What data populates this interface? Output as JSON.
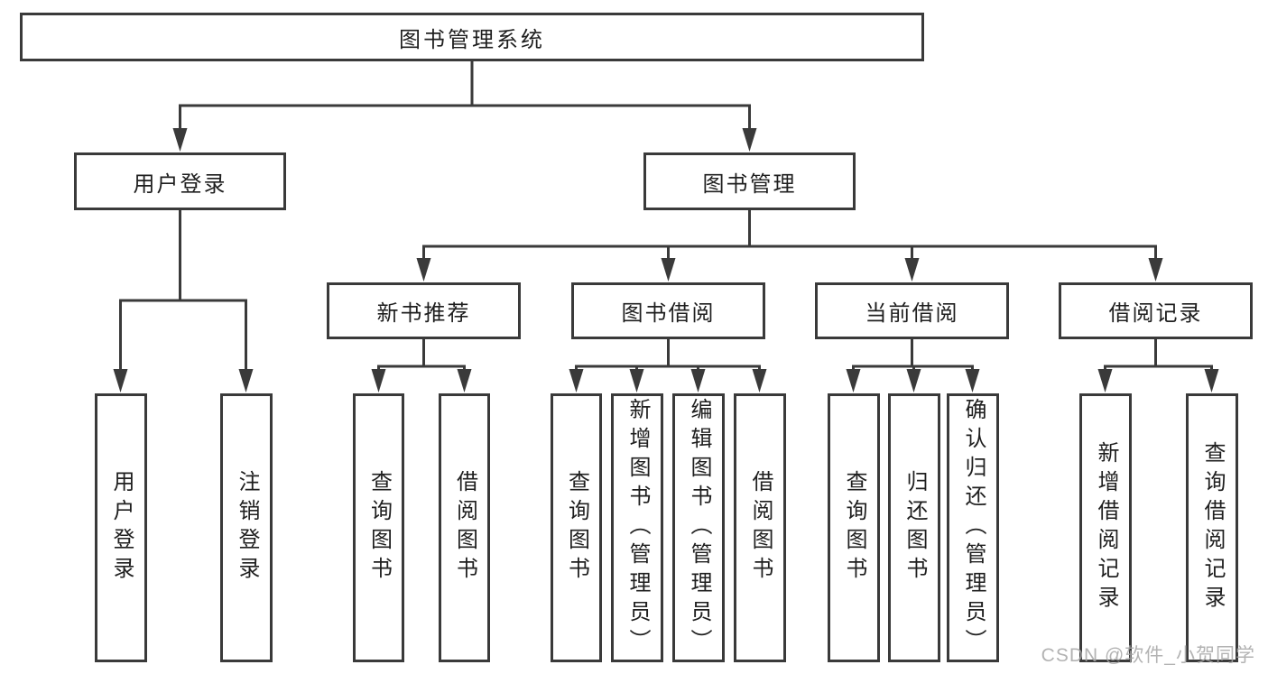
{
  "colors": {
    "line": "#3a3a3a",
    "text": "#1f1f1f",
    "watermark": "#a6a6a6",
    "background": "#ffffff"
  },
  "tree": {
    "root": {
      "label": "图书管理系统"
    },
    "branches": [
      {
        "label": "用户登录",
        "children": [
          {
            "label": "用户登录"
          },
          {
            "label": "注销登录"
          }
        ]
      },
      {
        "label": "图书管理",
        "children": [
          {
            "label": "新书推荐",
            "children": [
              {
                "label": "查询图书"
              },
              {
                "label": "借阅图书"
              }
            ]
          },
          {
            "label": "图书借阅",
            "children": [
              {
                "label": "查询图书"
              },
              {
                "label": "新增图书（管理员）"
              },
              {
                "label": "编辑图书（管理员）"
              },
              {
                "label": "借阅图书"
              }
            ]
          },
          {
            "label": "当前借阅",
            "children": [
              {
                "label": "查询图书"
              },
              {
                "label": "归还图书"
              },
              {
                "label": "确认归还（管理员）"
              }
            ]
          },
          {
            "label": "借阅记录",
            "children": [
              {
                "label": "新增借阅记录"
              },
              {
                "label": "查询借阅记录"
              }
            ]
          }
        ]
      }
    ]
  },
  "watermark": {
    "text": "CSDN @软件_小贺同学"
  }
}
